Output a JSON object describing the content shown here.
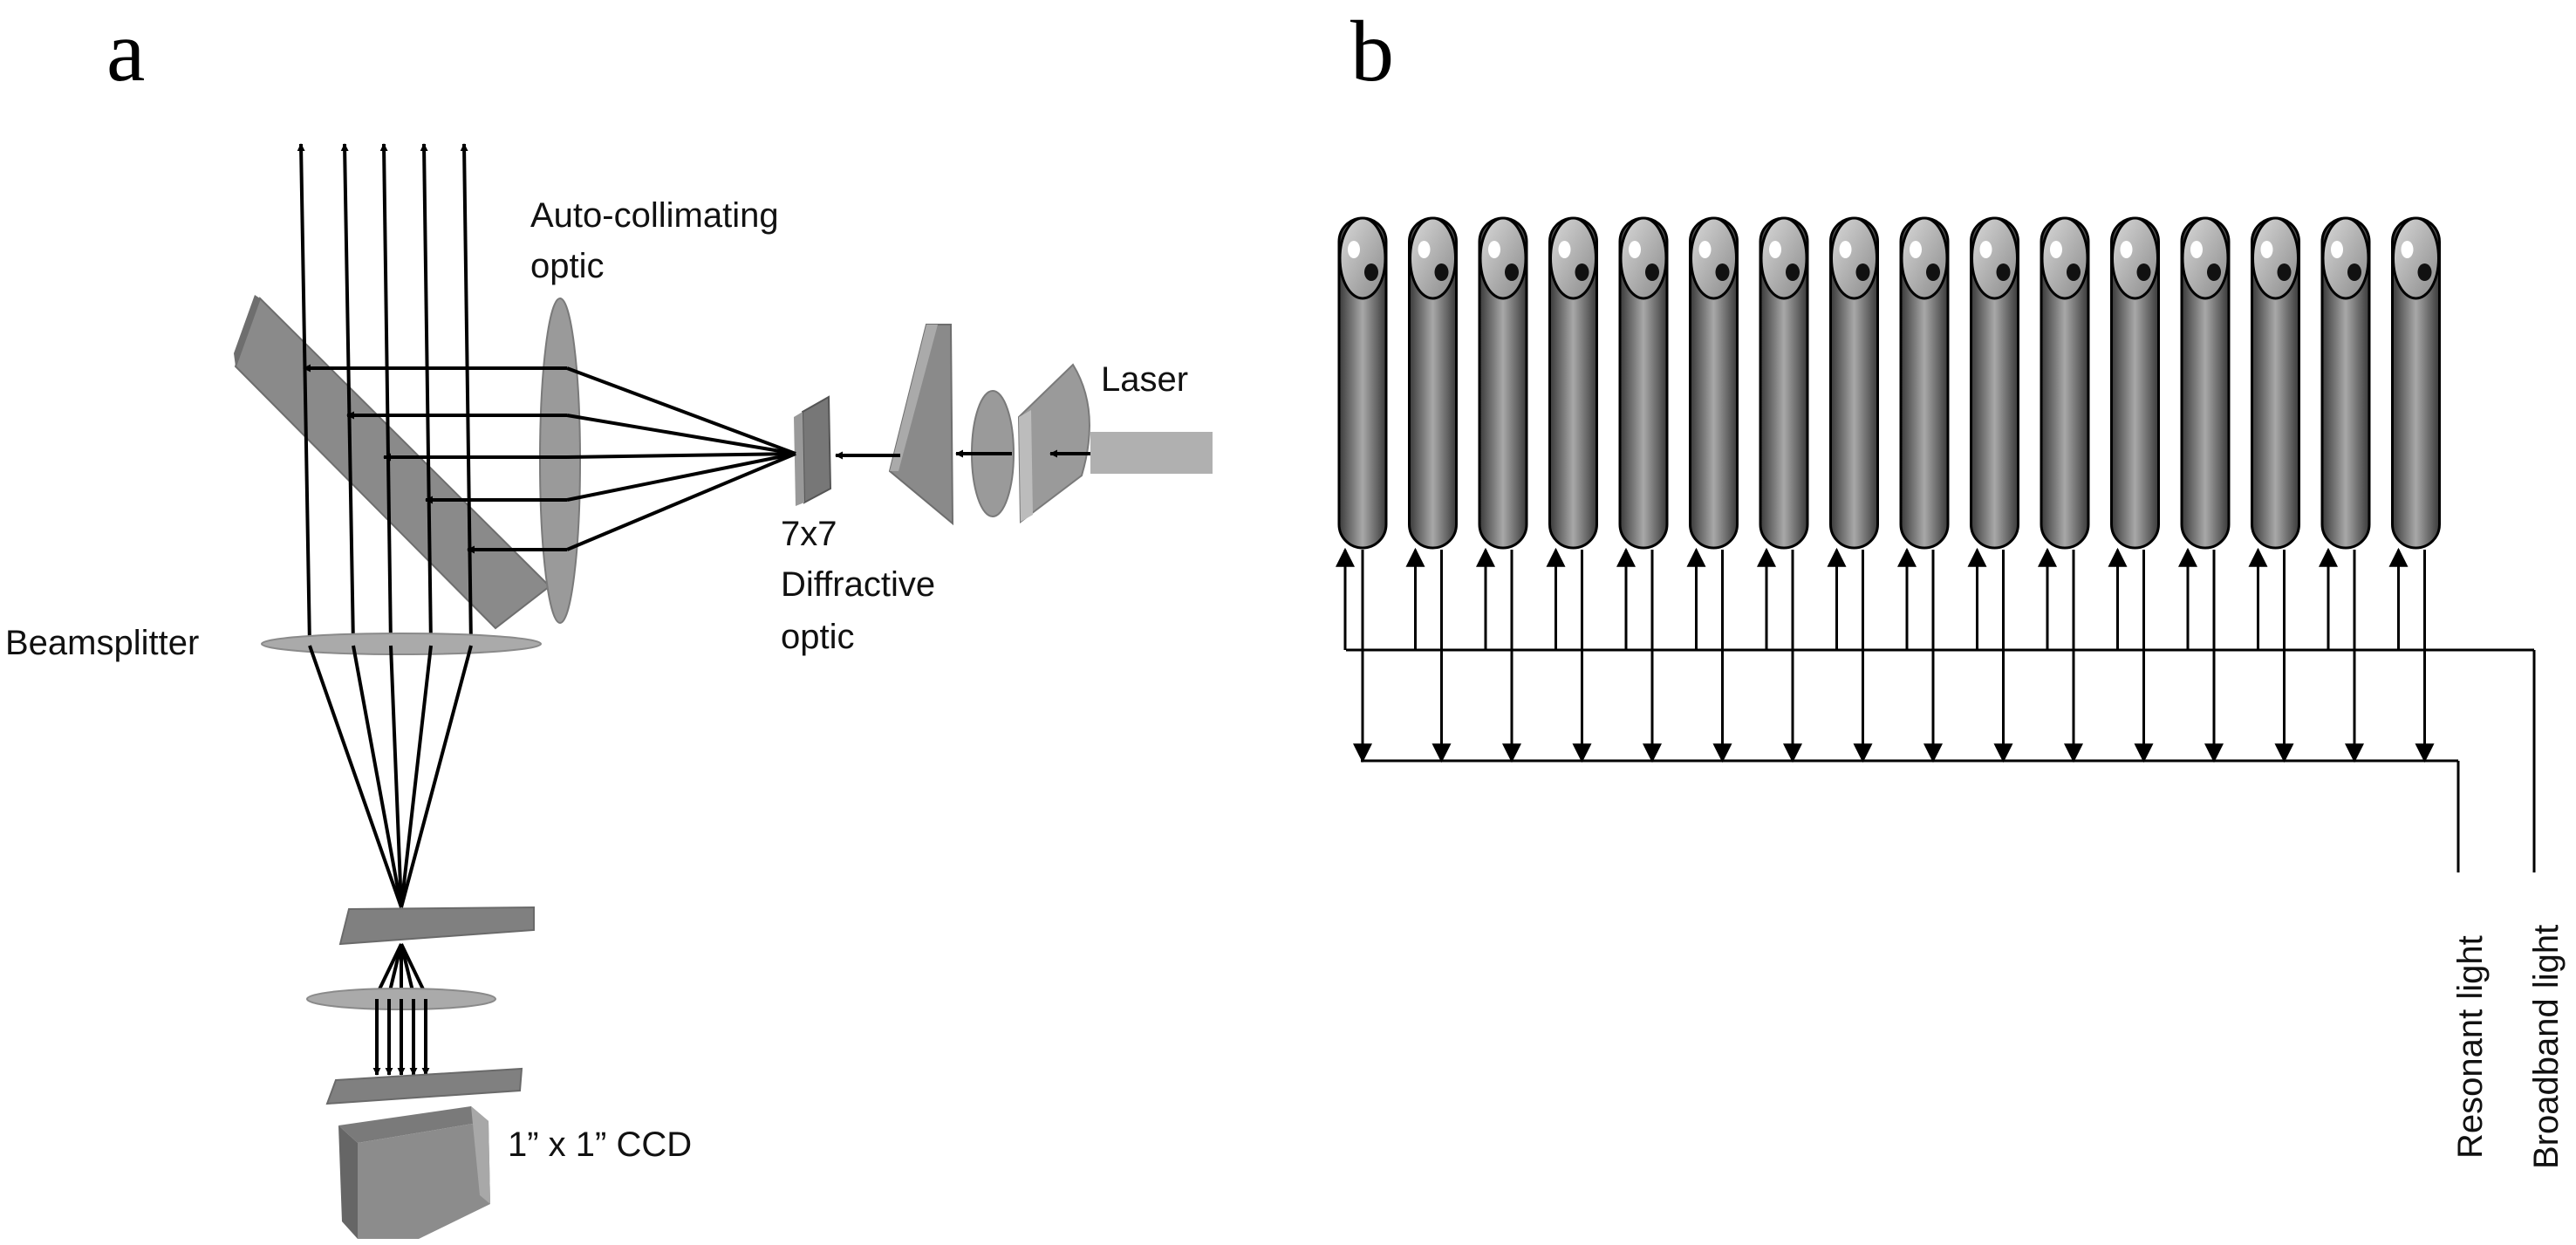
{
  "panel_a": {
    "letter": "a",
    "labels": {
      "collimating_line1": "Auto-collimating",
      "collimating_line2": "optic",
      "laser": "Laser",
      "diffractive_line1": "7x7",
      "diffractive_line2": "Diffractive",
      "diffractive_line3": "optic",
      "beamsplitter": "Beamsplitter",
      "ccd": "1” x 1” CCD"
    }
  },
  "panel_b": {
    "letter": "b",
    "fiber_count": 16,
    "labels": {
      "resonant": "Resonant light",
      "broadband": "Broadband light"
    }
  },
  "colors": {
    "optic_gray": "#8a8a8a",
    "optic_light": "#b0b0b0",
    "optic_dark": "#6e6e6e",
    "fiber_dark": "#3c3c3c",
    "fiber_light": "#a8a8a8",
    "line": "#000000"
  }
}
